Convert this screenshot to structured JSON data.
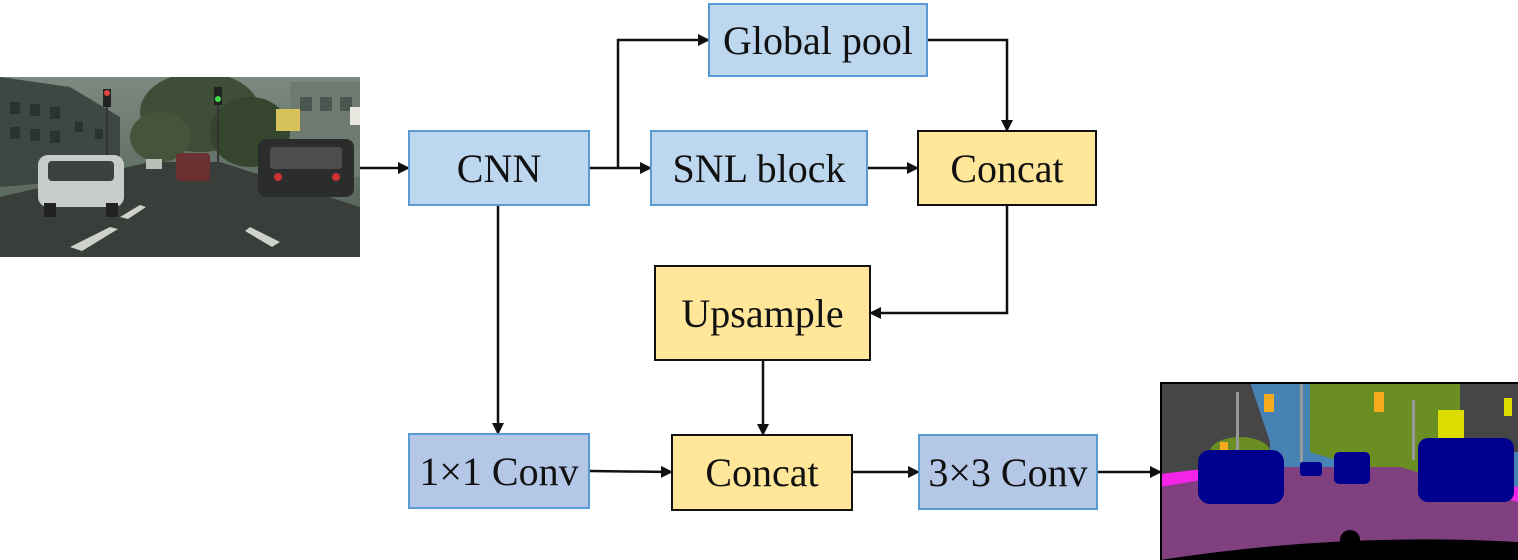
{
  "nodes": {
    "cnn": "CNN",
    "global_pool": "Global pool",
    "snl_block": "SNL block",
    "concat_top": "Concat",
    "upsample": "Upsample",
    "conv1x1": "1×1 Conv",
    "concat_bottom": "Concat",
    "conv3x3": "3×3 Conv"
  },
  "images": {
    "input": "street-scene-photo",
    "output": "segmentation-map"
  },
  "colors": {
    "blue_fill": "#bcd7ee",
    "blue_border": "#5b9bd5",
    "yellow_fill": "#ffe699",
    "conv_fill": "#b4c7e7"
  }
}
